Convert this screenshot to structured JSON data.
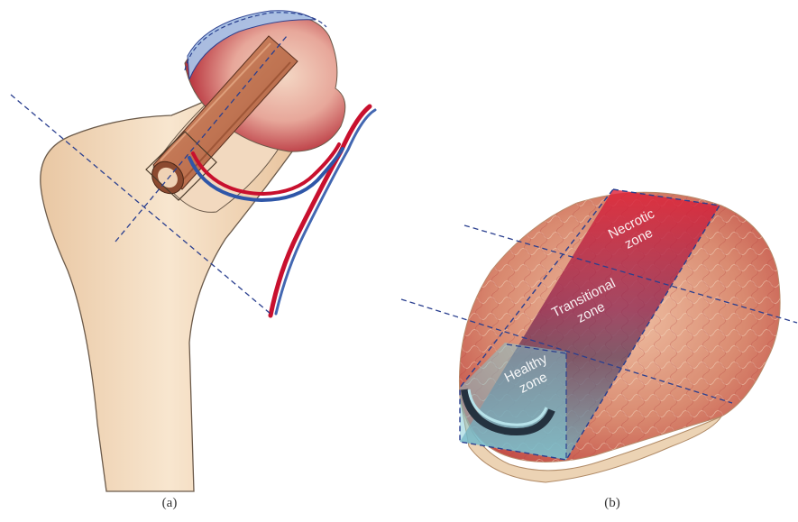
{
  "panels": [
    {
      "caption": "(a)"
    },
    {
      "caption": "(b)"
    }
  ],
  "zones": {
    "necrotic": [
      "Necrotic",
      "zone"
    ],
    "transitional": [
      "Transitional",
      "zone"
    ],
    "healthy": [
      "Healthy",
      "zone"
    ]
  },
  "colors": {
    "bone": "#f3dcc0",
    "bone_outline": "#6b5a4a",
    "femoral_head": "#c23a40",
    "guide_line": "#2a3f8f",
    "artery": "#c8102e",
    "vein": "#2f56a8",
    "core": "#c77b57",
    "necrotic_zone": "#d8263a",
    "transitional_zone": "#8b2a4e",
    "healthy_zone": "#8fd3e0"
  },
  "icons": {
    "panel_a": "femur-core-decompression-illustration",
    "panel_b": "femoral-head-cross-section-illustration"
  }
}
